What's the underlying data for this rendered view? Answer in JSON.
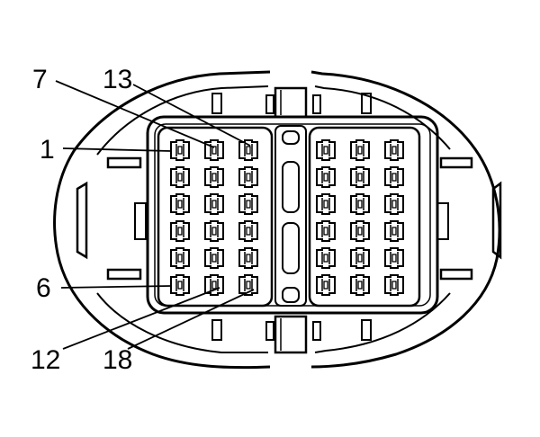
{
  "connector": {
    "callouts": [
      {
        "key": "c7",
        "text": "7"
      },
      {
        "key": "c13",
        "text": "13"
      },
      {
        "key": "c1",
        "text": "1"
      },
      {
        "key": "c6",
        "text": "6"
      },
      {
        "key": "c12",
        "text": "12"
      },
      {
        "key": "c18",
        "text": "18"
      }
    ],
    "cavity_block": {
      "rows": 6,
      "cols": 3
    },
    "colors": {
      "ink": "#000000",
      "background": "#ffffff"
    }
  }
}
